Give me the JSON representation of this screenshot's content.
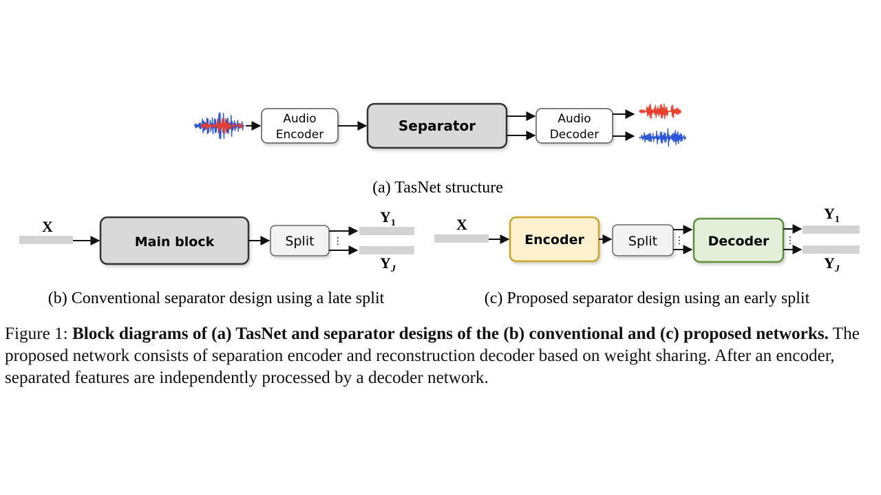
{
  "panel_a": {
    "audio_encoder": [
      "Audio",
      "Encoder"
    ],
    "separator": "Separator",
    "audio_decoder": [
      "Audio",
      "Decoder"
    ],
    "caption": "(a) TasNet structure",
    "colors": {
      "mixture_red": "#e8402e",
      "mixture_blue": "#2a55d6",
      "box_gray": "#d9d9d9"
    }
  },
  "panel_b": {
    "input": "X",
    "main_block": "Main block",
    "split": "Split",
    "output_first": "Y",
    "output_first_sub": "1",
    "output_last": "Y",
    "output_last_sub": "J",
    "caption": "(b) Conventional separator design using a late split"
  },
  "panel_c": {
    "input": "X",
    "encoder": "Encoder",
    "split": "Split",
    "decoder": "Decoder",
    "output_first": "Y",
    "output_first_sub": "1",
    "output_last": "Y",
    "output_last_sub": "J",
    "caption": "(c) Proposed separator design using an early split",
    "colors": {
      "encoder_fill": "#fdf1cf",
      "encoder_stroke": "#c9a227",
      "decoder_fill": "#e3efd9",
      "decoder_stroke": "#5b8f3a"
    }
  },
  "figure_caption": {
    "label": "Figure 1:",
    "bold": "Block diagrams of (a) TasNet and separator designs of the (b) conventional and (c) proposed networks.",
    "text": "The proposed network consists of separation encoder and reconstruction decoder based on weight sharing. After an encoder, separated features are independently processed by a decoder network."
  }
}
